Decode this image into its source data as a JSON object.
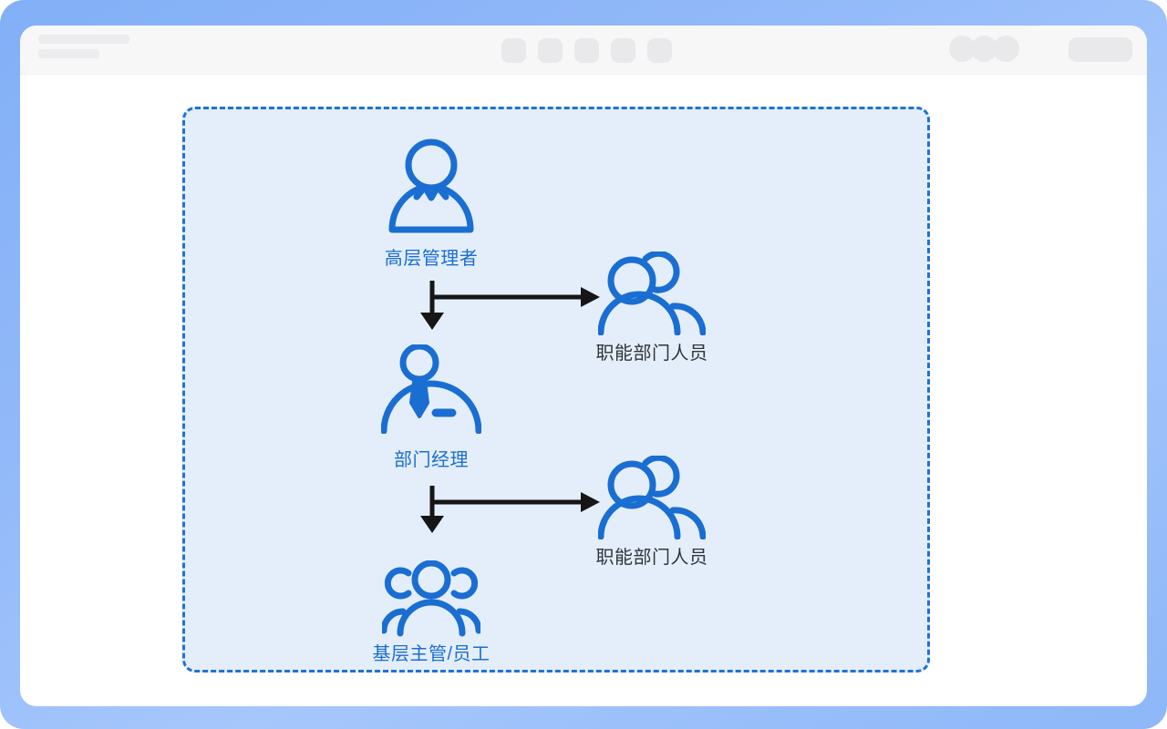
{
  "browser_mockup": {
    "header": {
      "title_placeholder_lines": 2,
      "toolbar_button_count": 5,
      "window_control_circle_count": 3,
      "action_button_count": 1
    }
  },
  "diagram": {
    "nodes": [
      {
        "id": "executive",
        "label": "高层管理者",
        "icon": "person-collar-icon",
        "label_color": "#1a6ed2"
      },
      {
        "id": "functional-staff-1",
        "label": "职能部门人员",
        "icon": "two-users-icon",
        "label_color": "#30343a"
      },
      {
        "id": "department-manager",
        "label": "部门经理",
        "icon": "person-tie-icon",
        "label_color": "#1a6ed2"
      },
      {
        "id": "functional-staff-2",
        "label": "职能部门人员",
        "icon": "two-users-icon",
        "label_color": "#30343a"
      },
      {
        "id": "frontline-staff",
        "label": "基层主管/员工",
        "icon": "three-users-icon",
        "label_color": "#1a6ed2"
      }
    ],
    "edges": [
      {
        "from": "executive",
        "to": "department-manager",
        "direction": "down"
      },
      {
        "from": "executive",
        "to": "functional-staff-1",
        "direction": "right"
      },
      {
        "from": "department-manager",
        "to": "frontline-staff",
        "direction": "down"
      },
      {
        "from": "department-manager",
        "to": "functional-staff-2",
        "direction": "right"
      }
    ]
  },
  "colors": {
    "accent_blue": "#1a6ed2",
    "label_dark": "#30343a",
    "arrow_black": "#161616",
    "panel_background": "#e4eefa",
    "panel_border": "#1f72d6",
    "frame_blue_top": "#82aff7",
    "frame_blue_side": "#a6c7fc",
    "header_background": "#f7f7f8",
    "placeholder_gray": "#e9e9eb"
  }
}
